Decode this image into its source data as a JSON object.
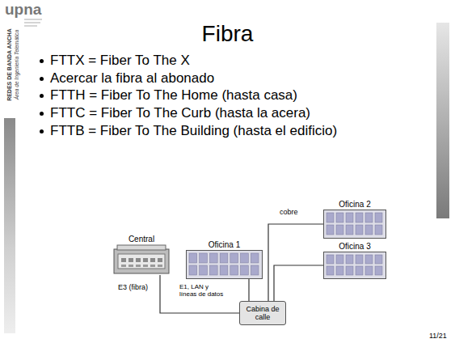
{
  "diagram": {
    "title": "Fibra",
    "nodes": [
      {
        "text": [
          "Central"
        ]
      },
      {
        "text": [
          "Oficina 1"
        ]
      },
      {
        "text": [
          "Oficina 2"
        ]
      },
      {
        "text": [
          "Oficina 3"
        ]
      },
      {
        "text": [
          "Cabina de calle"
        ]
      }
    ],
    "edges": [
      {
        "from": 0,
        "to": 4,
        "arrow": "none"
      },
      {
        "from": 4,
        "to": 1,
        "arrow": "none"
      },
      {
        "from": 4,
        "to": 2,
        "arrow": "none"
      },
      {
        "from": 4,
        "to": 3,
        "arrow": "none"
      }
    ],
    "labels": [
      "FTTX = Fiber To The X",
      "Acercar la fibra al abonado",
      "FTTH = Fiber To The Home (hasta casa)",
      "FTTC = Fiber To The Curb (hasta la acera)",
      "FTTB = Fiber To The Building (hasta el edificio)",
      "cobre",
      "E1, LAN y líneas de datos",
      "E3 (fibra)",
      "upna",
      "REDES DE BANDA ANCHA",
      "Área de Ingeniería Telemática",
      "11/21"
    ]
  }
}
